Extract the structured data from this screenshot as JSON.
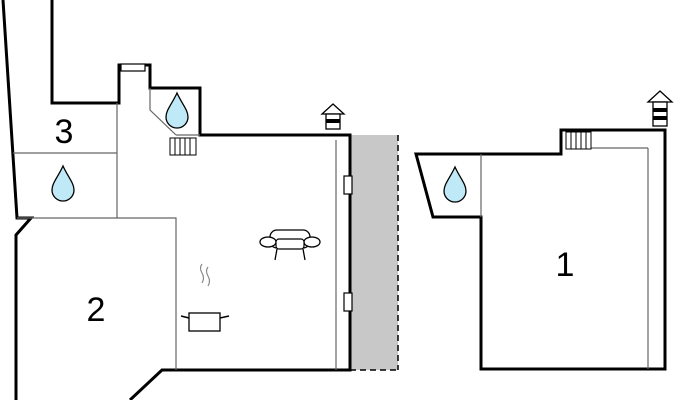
{
  "rooms": [
    {
      "number": "3"
    },
    {
      "number": "2"
    },
    {
      "number": "1"
    }
  ],
  "colors": {
    "wall": "#000000",
    "inner_wall": "#666666",
    "terrace": "#c8c8c8",
    "water": "#bfe9f7",
    "background": "#ffffff"
  },
  "icons": [
    "water-drop-icon",
    "radiator-icon",
    "chimney-icon",
    "sofa-icon",
    "cooking-pot-icon",
    "window-icon"
  ]
}
